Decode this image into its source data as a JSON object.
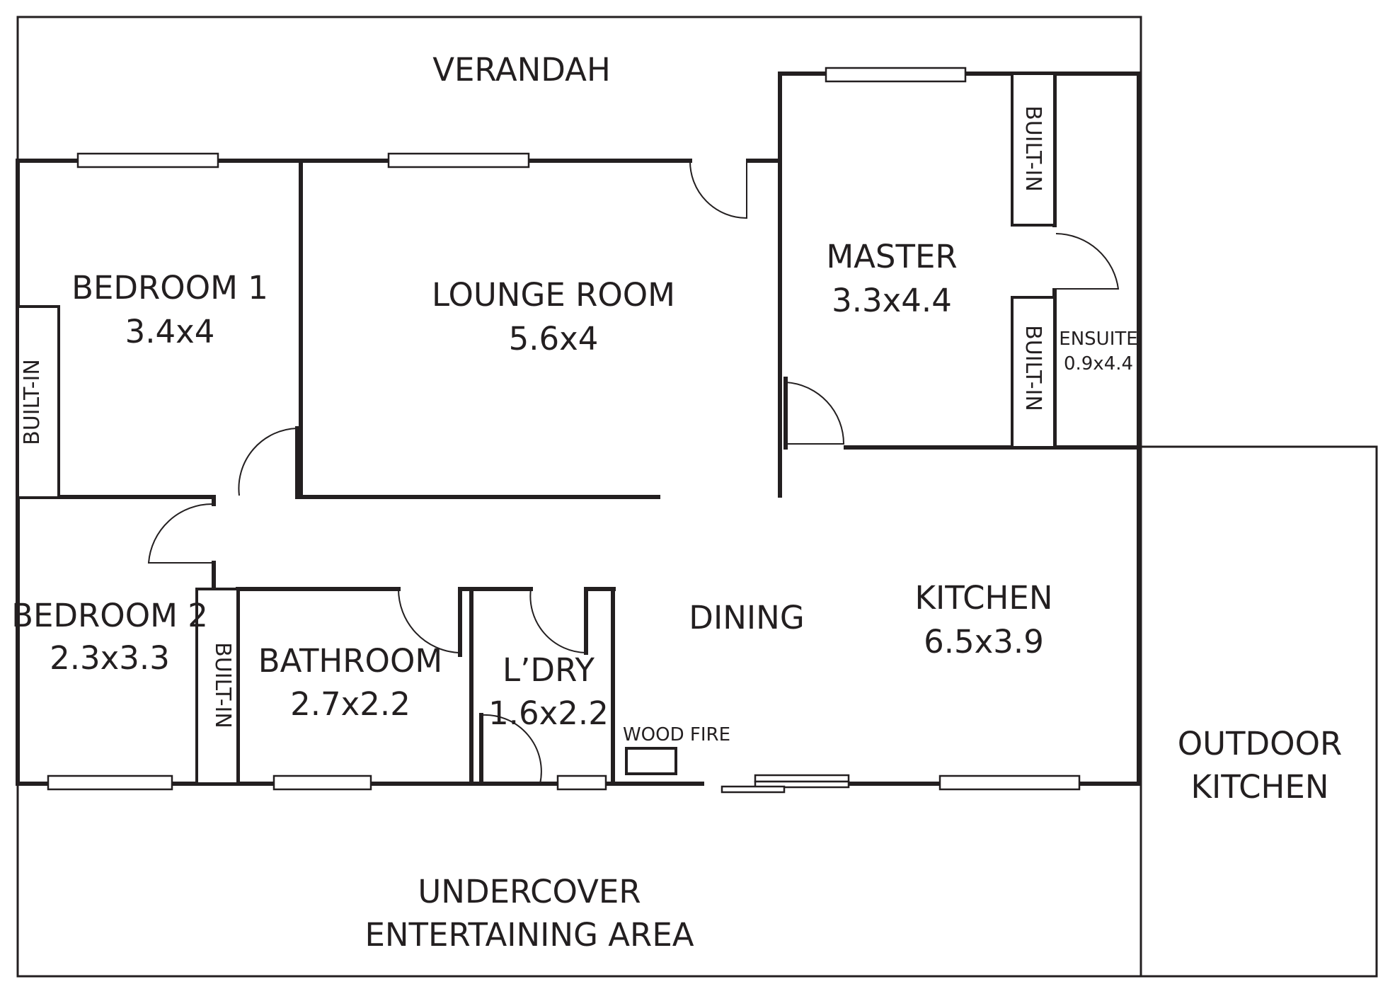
{
  "rooms": {
    "verandah": "VERANDAH",
    "bedroom1": {
      "name": "BEDROOM 1",
      "size": "3.4x4"
    },
    "lounge": {
      "name": "LOUNGE ROOM",
      "size": "5.6x4"
    },
    "master": {
      "name": "MASTER",
      "size": "3.3x4.4"
    },
    "ensuite": {
      "name": "ENSUITE",
      "size": "0.9x4.4"
    },
    "bedroom2": {
      "name": "BEDROOM 2",
      "size": "2.3x3.3"
    },
    "bathroom": {
      "name": "BATHROOM",
      "size": "2.7x2.2"
    },
    "laundry": {
      "name": "L’DRY",
      "size": "1.6x2.2"
    },
    "dining": "DINING",
    "kitchen": {
      "name": "KITCHEN",
      "size": "6.5x3.9"
    },
    "outdoor_kitchen": [
      "OUTDOOR",
      "KITCHEN"
    ],
    "undercover": [
      "UNDERCOVER",
      "ENTERTAINING AREA"
    ]
  },
  "fixtures": {
    "built_in": "BUILT-IN",
    "wood_fire": "WOOD FIRE"
  }
}
